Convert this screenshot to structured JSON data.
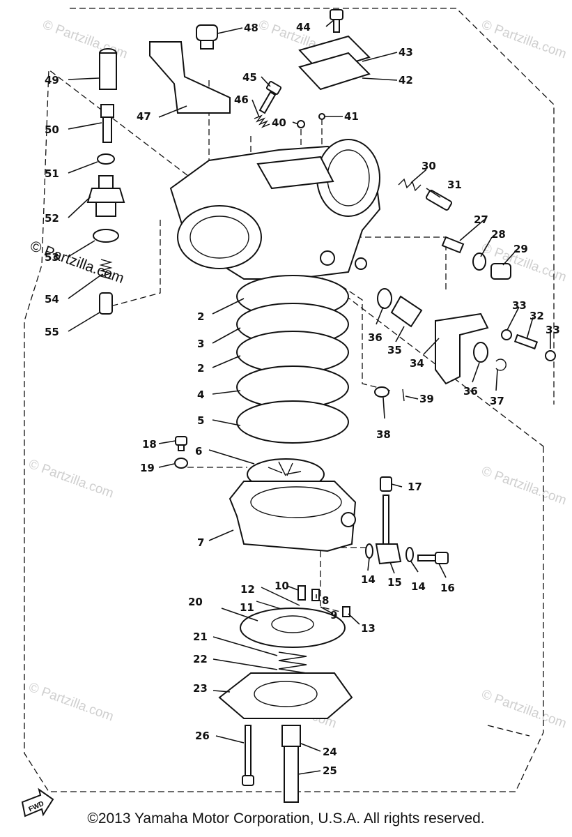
{
  "callouts": [
    {
      "n": "2"
    },
    {
      "n": "3"
    },
    {
      "n": "2"
    },
    {
      "n": "4"
    },
    {
      "n": "5"
    },
    {
      "n": "6"
    },
    {
      "n": "7"
    },
    {
      "n": "8"
    },
    {
      "n": "9"
    },
    {
      "n": "10"
    },
    {
      "n": "11"
    },
    {
      "n": "12"
    },
    {
      "n": "13"
    },
    {
      "n": "14"
    },
    {
      "n": "15"
    },
    {
      "n": "14"
    },
    {
      "n": "16"
    },
    {
      "n": "17"
    },
    {
      "n": "18"
    },
    {
      "n": "19"
    },
    {
      "n": "20"
    },
    {
      "n": "21"
    },
    {
      "n": "22"
    },
    {
      "n": "23"
    },
    {
      "n": "24"
    },
    {
      "n": "25"
    },
    {
      "n": "26"
    },
    {
      "n": "27"
    },
    {
      "n": "28"
    },
    {
      "n": "29"
    },
    {
      "n": "30"
    },
    {
      "n": "31"
    },
    {
      "n": "32"
    },
    {
      "n": "33"
    },
    {
      "n": "33"
    },
    {
      "n": "34"
    },
    {
      "n": "35"
    },
    {
      "n": "36"
    },
    {
      "n": "36"
    },
    {
      "n": "37"
    },
    {
      "n": "38"
    },
    {
      "n": "39"
    },
    {
      "n": "40"
    },
    {
      "n": "41"
    },
    {
      "n": "42"
    },
    {
      "n": "43"
    },
    {
      "n": "44"
    },
    {
      "n": "46"
    },
    {
      "n": "45"
    },
    {
      "n": "47"
    },
    {
      "n": "48"
    },
    {
      "n": "49"
    },
    {
      "n": "50"
    },
    {
      "n": "51"
    },
    {
      "n": "52"
    },
    {
      "n": "53"
    },
    {
      "n": "54"
    },
    {
      "n": "55"
    }
  ],
  "watermark": {
    "text": "© Partzilla.com",
    "bold_text": "© Partzilla.com"
  },
  "fwd_label": "FWD",
  "copyright": "©2013 Yamaha Motor Corporation, U.S.A. All rights reserved.",
  "colors": {
    "ink": "#111111",
    "watermark": "#cfcfcf",
    "background": "#ffffff"
  }
}
